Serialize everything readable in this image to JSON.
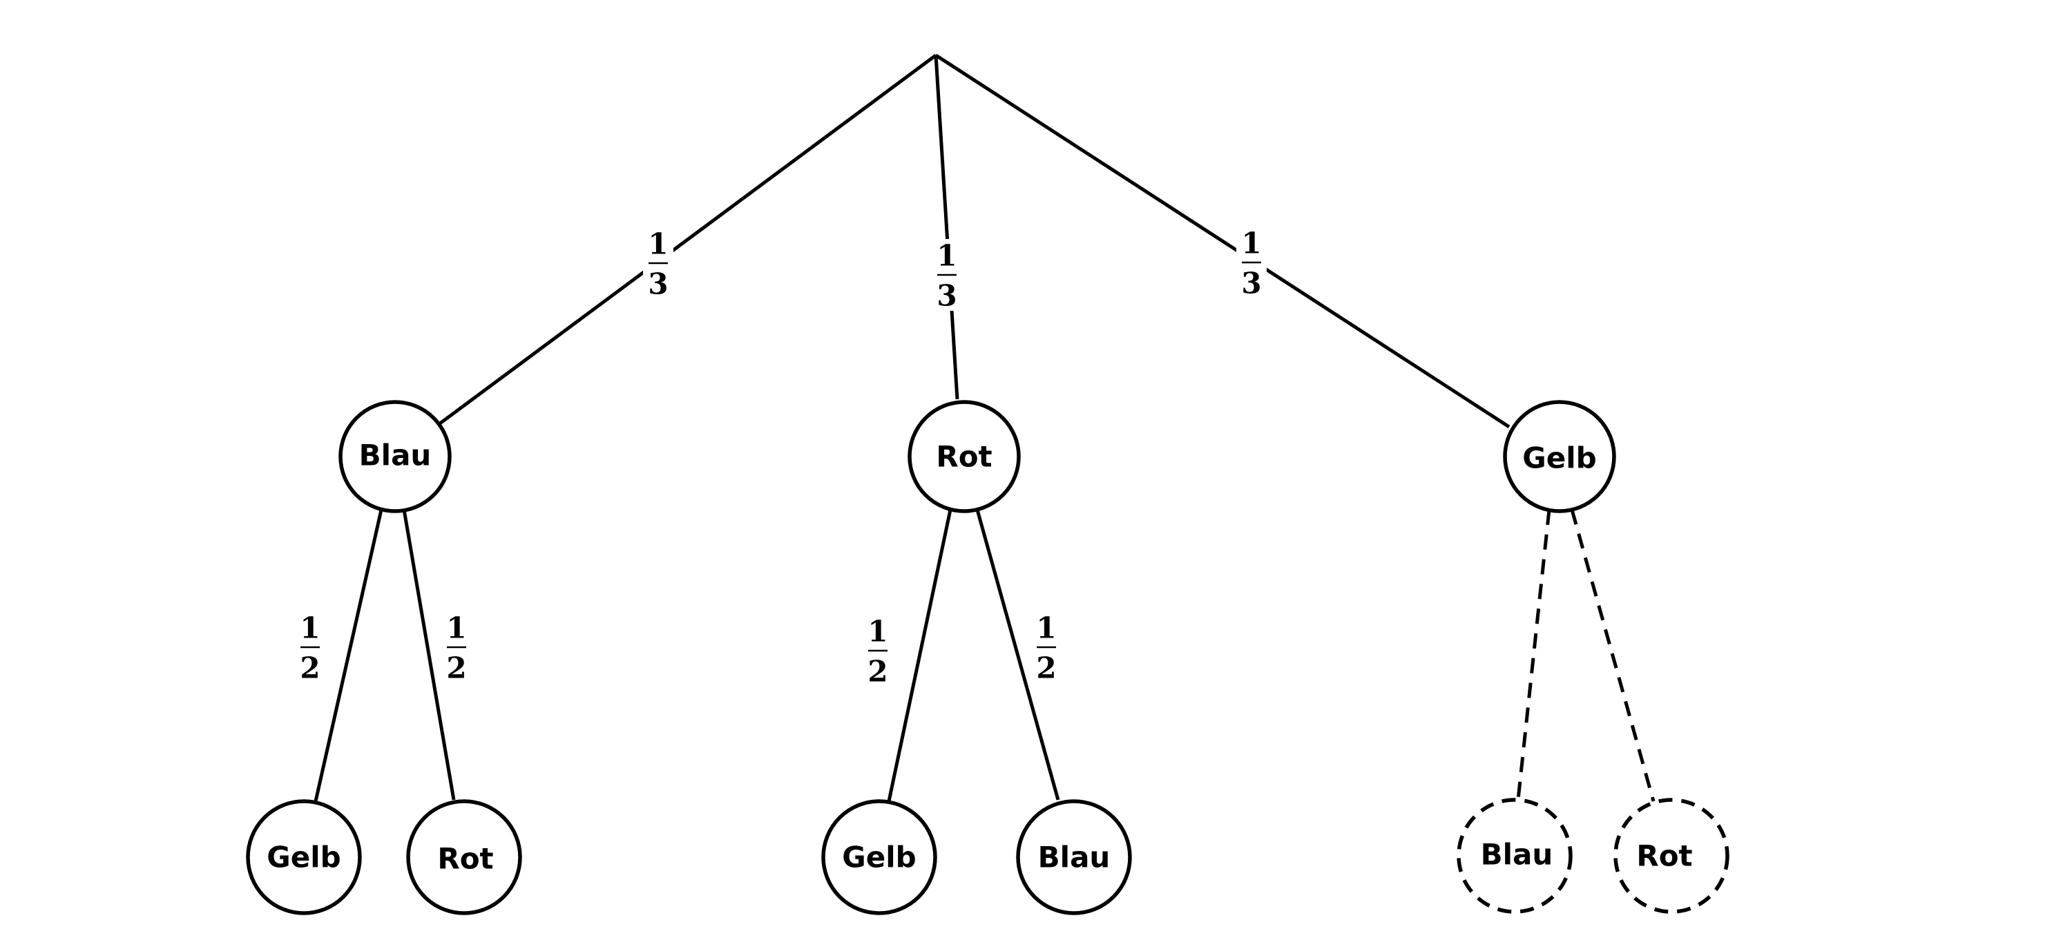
{
  "tree": {
    "root": {
      "children": [
        {
          "label": "Blau",
          "probability": {
            "numerator": "1",
            "denominator": "3"
          },
          "dashed": false,
          "children": [
            {
              "label": "Gelb",
              "probability": {
                "numerator": "1",
                "denominator": "2"
              },
              "dashed": false
            },
            {
              "label": "Rot",
              "probability": {
                "numerator": "1",
                "denominator": "2"
              },
              "dashed": false
            }
          ]
        },
        {
          "label": "Rot",
          "probability": {
            "numerator": "1",
            "denominator": "3"
          },
          "dashed": false,
          "children": [
            {
              "label": "Gelb",
              "probability": {
                "numerator": "1",
                "denominator": "2"
              },
              "dashed": false
            },
            {
              "label": "Blau",
              "probability": {
                "numerator": "1",
                "denominator": "2"
              },
              "dashed": false
            }
          ]
        },
        {
          "label": "Gelb",
          "probability": {
            "numerator": "1",
            "denominator": "3"
          },
          "dashed": false,
          "children": [
            {
              "label": "Blau",
              "probability": null,
              "dashed": true
            },
            {
              "label": "Rot",
              "probability": null,
              "dashed": true
            }
          ]
        }
      ]
    }
  }
}
